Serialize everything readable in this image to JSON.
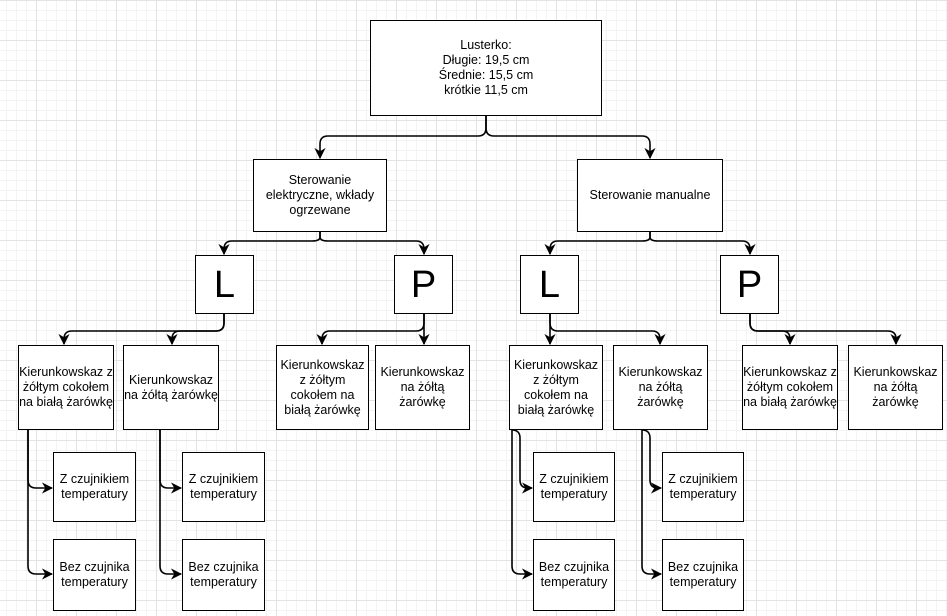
{
  "nodes": {
    "root": "Lusterko:\nDługie: 19,5 cm\nŚrednie: 15,5 cm\nkrótkie 11,5 cm",
    "electric": "Sterowanie elektryczne, wkłady ogrzewane",
    "manual": "Sterowanie manualne",
    "e_left": "L",
    "e_right": "P",
    "m_left": "L",
    "m_right": "P",
    "el_white": "Kierunkowskaz z żółtym cokołem na białą żarówkę",
    "el_yellow": "Kierunkowskaz na żółtą żarówkę",
    "er_white": "Kierunkowskaz z żółtym cokołem na białą żarówkę",
    "er_yellow": "Kierunkowskaz na żółtą żarówkę",
    "ml_white": "Kierunkowskaz z żółtym cokołem na białą żarówkę",
    "ml_yellow": "Kierunkowskaz na żółtą żarówkę",
    "mr_white": "Kierunkowskaz z żółtym cokołem na białą żarówkę",
    "mr_yellow": "Kierunkowskaz na żółtą żarówkę",
    "el_white_sensor": "Z czujnikiem temperatury",
    "el_white_nosensor": "Bez czujnika temperatury",
    "el_yellow_sensor": "Z czujnikiem temperatury",
    "el_yellow_nosensor": "Bez czujnika temperatury",
    "ml_white_sensor": "Z czujnikiem temperatury",
    "ml_white_nosensor": "Bez czujnika temperatury",
    "ml_yellow_sensor": "Z czujnikiem temperatury",
    "ml_yellow_nosensor": "Bez czujnika temperatury"
  }
}
